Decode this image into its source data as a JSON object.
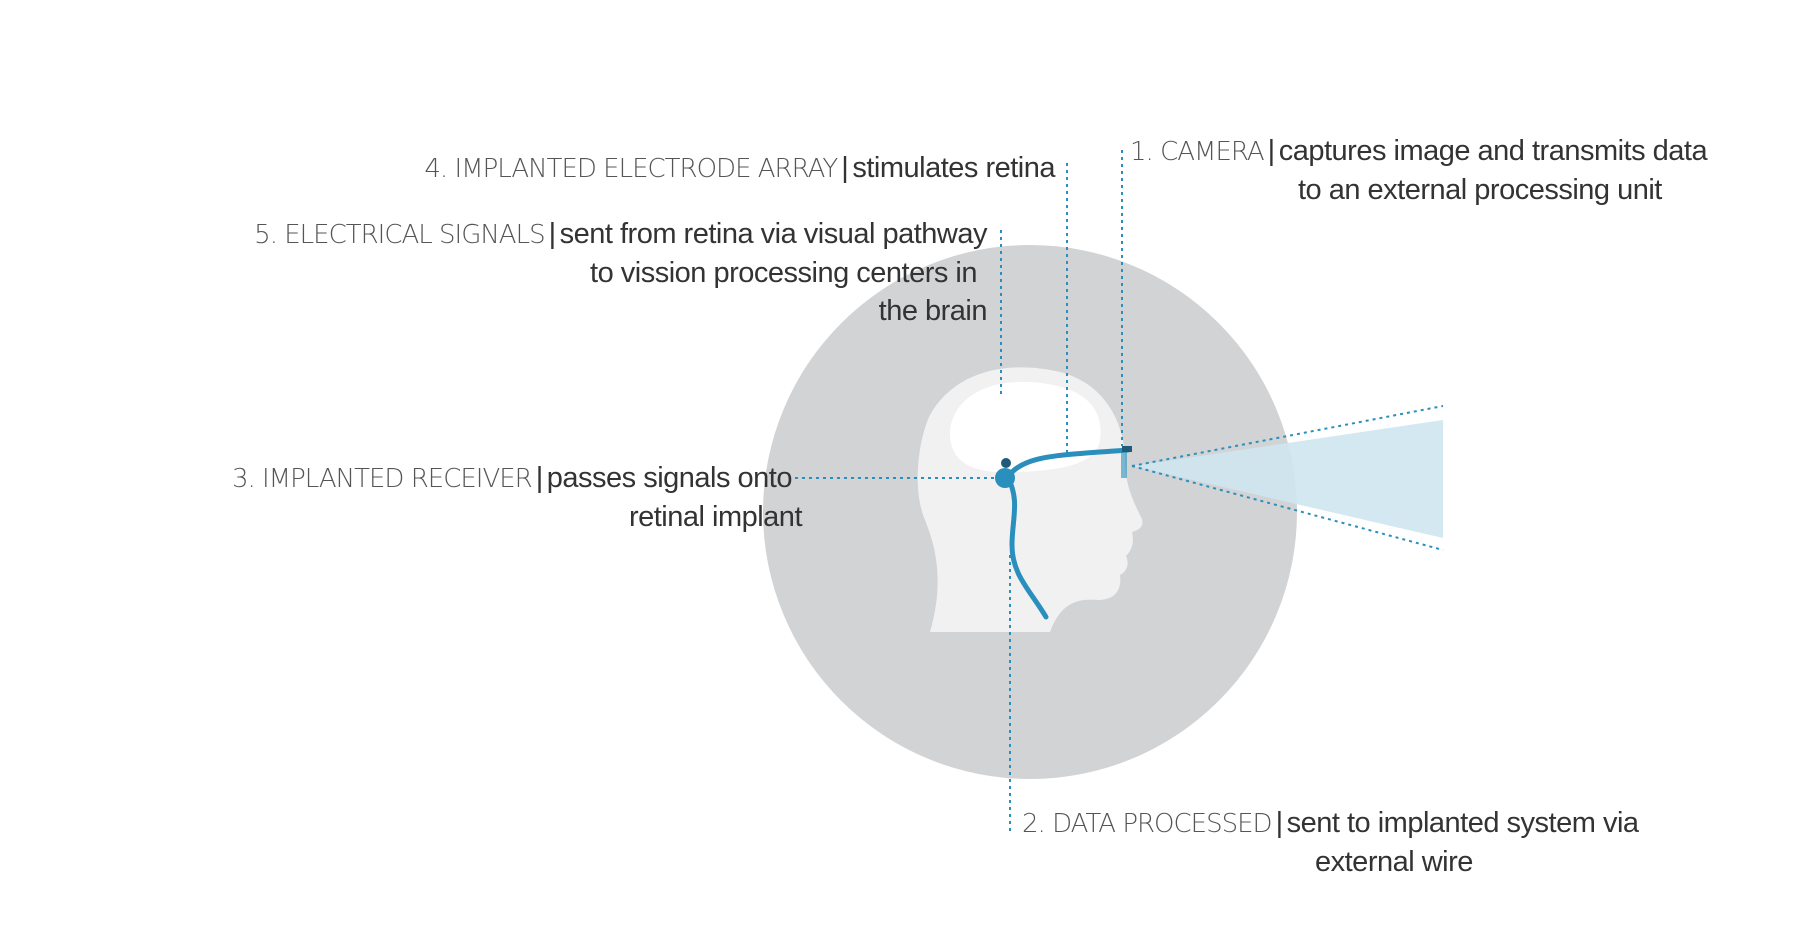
{
  "colors": {
    "circle": "#d1d3d5",
    "head": "#f1f1f2",
    "brain": "#ffffff",
    "wire": "#2a8fbd",
    "dark_node": "#1f5a78",
    "cone": "#cfe5f0",
    "leader": "#2a8fbd"
  },
  "labels": {
    "camera": {
      "title": "1. CAMERA",
      "sep": "|",
      "desc1": "captures image and transmits data",
      "desc2": "to an external processing unit"
    },
    "data": {
      "title": "2. DATA PROCESSED",
      "sep": "|",
      "desc1": "sent to implanted system via",
      "desc2": "external wire"
    },
    "receiver": {
      "title": "3. IMPLANTED RECEIVER",
      "sep": "|",
      "desc1": "passes signals onto",
      "desc2": "retinal implant"
    },
    "electrode": {
      "title": "4. IMPLANTED ELECTRODE ARRAY",
      "sep": "|",
      "desc1": "stimulates retina"
    },
    "signals": {
      "title": "5. ELECTRICAL SIGNALS",
      "sep": "|",
      "desc1": "sent from retina via visual pathway",
      "desc2": "to vission processing centers in",
      "desc3": "the brain"
    }
  }
}
